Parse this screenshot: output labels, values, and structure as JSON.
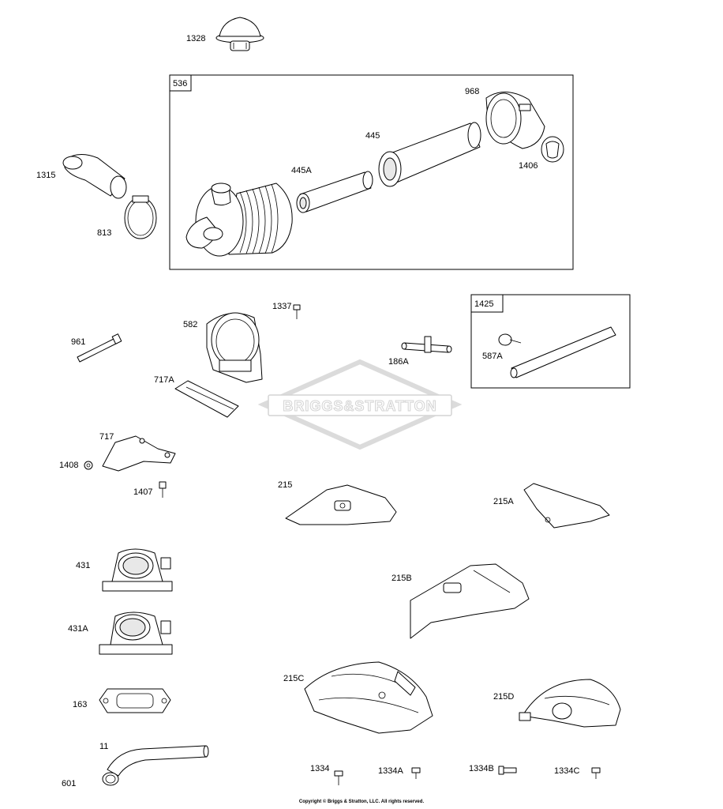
{
  "watermark": {
    "text": "BRIGGS&STRATTON"
  },
  "copyright": "Copyright © Briggs & Stratton, LLC. All rights reserved.",
  "boxes": {
    "b536": "536",
    "b1425": "1425"
  },
  "labels": {
    "p1328": "1328",
    "p968": "968",
    "p445": "445",
    "p445A": "445A",
    "p1406": "1406",
    "p1315": "1315",
    "p813": "813",
    "p1337": "1337",
    "p582": "582",
    "p961": "961",
    "p186A": "186A",
    "p587A": "587A",
    "p717A": "717A",
    "p717": "717",
    "p1408": "1408",
    "p1407": "1407",
    "p215": "215",
    "p215A": "215A",
    "p431": "431",
    "p215B": "215B",
    "p431A": "431A",
    "p215C": "215C",
    "p215D": "215D",
    "p163": "163",
    "p11": "11",
    "p601": "601",
    "p1334": "1334",
    "p1334A": "1334A",
    "p1334B": "1334B",
    "p1334C": "1334C"
  },
  "colors": {
    "line": "#000000",
    "background": "#ffffff",
    "watermark": "#cfcfcf"
  }
}
